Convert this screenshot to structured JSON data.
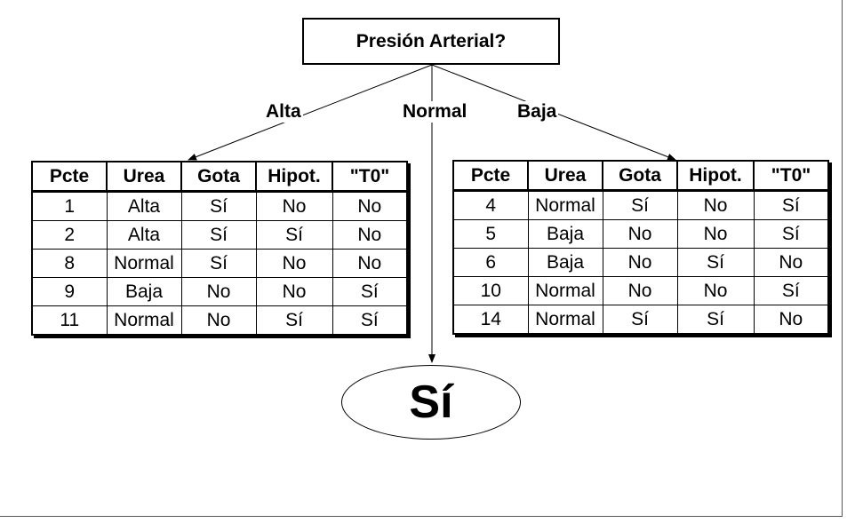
{
  "root": {
    "question": "Presión Arterial?"
  },
  "branches": {
    "left": "Alta",
    "middle": "Normal",
    "right": "Baja"
  },
  "left_table": {
    "columns": [
      "Pcte",
      "Urea",
      "Gota",
      "Hipot.",
      "\"T0\""
    ],
    "rows": [
      [
        "1",
        "Alta",
        "Sí",
        "No",
        "No"
      ],
      [
        "2",
        "Alta",
        "Sí",
        "Sí",
        "No"
      ],
      [
        "8",
        "Normal",
        "Sí",
        "No",
        "No"
      ],
      [
        "9",
        "Baja",
        "No",
        "No",
        "Sí"
      ],
      [
        "11",
        "Normal",
        "No",
        "Sí",
        "Sí"
      ]
    ]
  },
  "right_table": {
    "columns": [
      "Pcte",
      "Urea",
      "Gota",
      "Hipot.",
      "\"T0\""
    ],
    "rows": [
      [
        "4",
        "Normal",
        "Sí",
        "No",
        "Sí"
      ],
      [
        "5",
        "Baja",
        "No",
        "No",
        "Sí"
      ],
      [
        "6",
        "Baja",
        "No",
        "Sí",
        "No"
      ],
      [
        "10",
        "Normal",
        "No",
        "No",
        "Sí"
      ],
      [
        "14",
        "Normal",
        "Sí",
        "Sí",
        "No"
      ]
    ]
  },
  "leaf": {
    "label": "Sí"
  }
}
